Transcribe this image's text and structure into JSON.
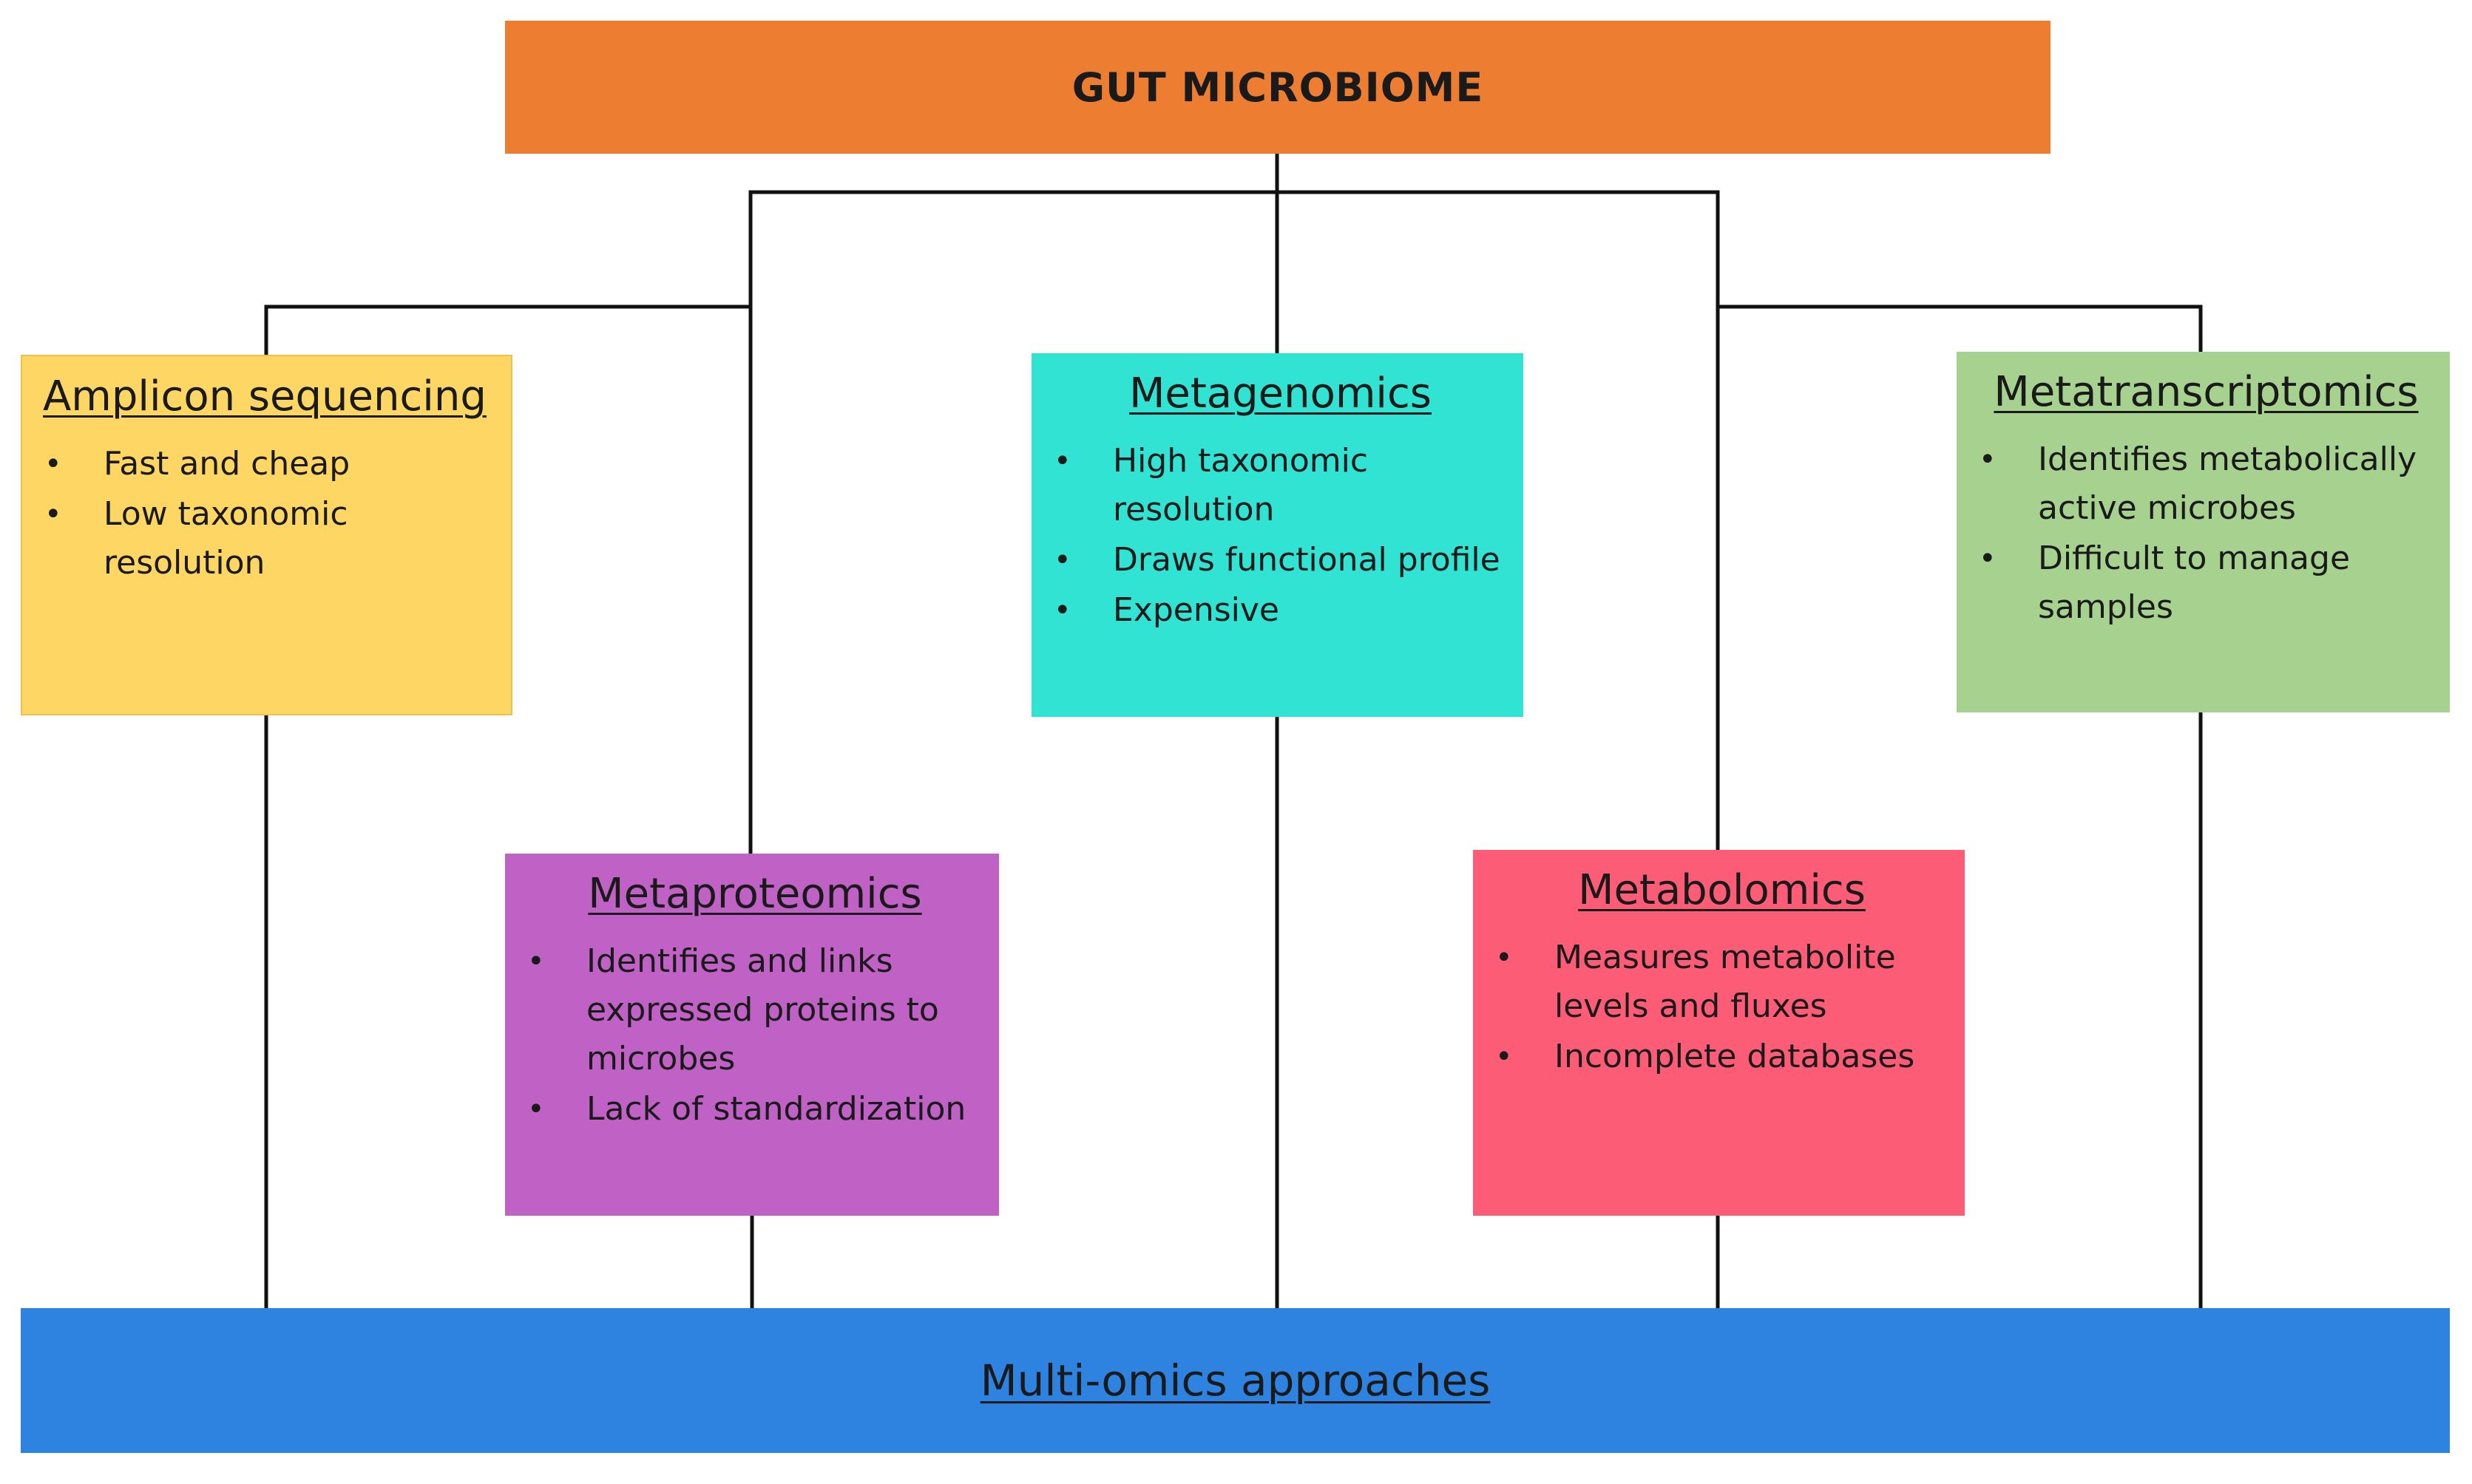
{
  "root": {
    "title": "GUT MICROBIOME",
    "color": "#ed7d31"
  },
  "methods": [
    {
      "title": "Amplicon sequencing",
      "color": "#fdd663",
      "bullets": [
        "Fast and cheap",
        "Low taxonomic resolution"
      ]
    },
    {
      "title": "Metaproteomics",
      "color": "#c061c5",
      "bullets": [
        "Identifies and links expressed proteins to microbes",
        "Lack of standardization"
      ]
    },
    {
      "title": "Metagenomics",
      "color": "#30e3d3",
      "bullets": [
        "High taxonomic resolution",
        "Draws functional profile",
        "Expensive"
      ]
    },
    {
      "title": "Metabolomics",
      "color": "#fd5c76",
      "bullets": [
        "Measures metabolite levels and fluxes",
        "Incomplete databases"
      ]
    },
    {
      "title": "Metatranscriptomics",
      "color": "#a6d18f",
      "bullets": [
        "Identifies metabolically active microbes",
        "Difficult to manage samples"
      ]
    }
  ],
  "footer": {
    "title": "Multi-omics approaches",
    "color": "#2e83e0"
  }
}
